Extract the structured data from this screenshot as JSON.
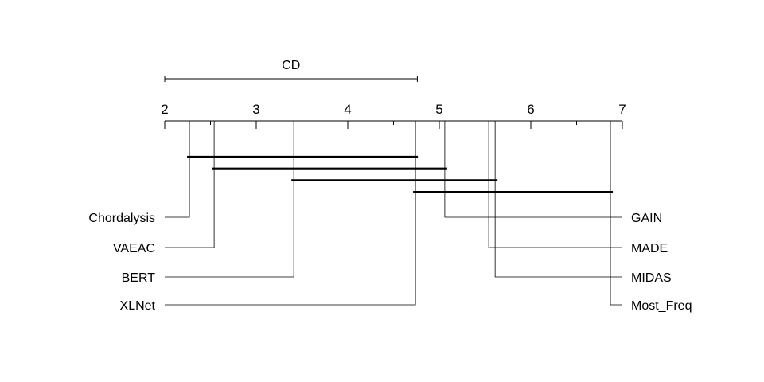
{
  "chart_data": {
    "type": "critical-difference-diagram",
    "title": "",
    "axis": {
      "min": 2,
      "max": 7,
      "ticks": [
        2,
        3,
        4,
        5,
        6,
        7
      ]
    },
    "cd": {
      "label": "CD",
      "value": 2.76
    },
    "left_methods": [
      {
        "name": "Chordalysis",
        "rank": 2.27
      },
      {
        "name": "VAEAC",
        "rank": 2.54
      },
      {
        "name": "BERT",
        "rank": 3.41
      },
      {
        "name": "XLNet",
        "rank": 4.74
      }
    ],
    "right_methods": [
      {
        "name": "GAIN",
        "rank": 5.06
      },
      {
        "name": "MADE",
        "rank": 5.54
      },
      {
        "name": "MIDAS",
        "rank": 5.61
      },
      {
        "name": "Most_Freq",
        "rank": 6.87
      }
    ],
    "cliques": [
      [
        2.27,
        4.74
      ],
      [
        2.54,
        5.06
      ],
      [
        3.41,
        5.61
      ],
      [
        4.74,
        6.87
      ]
    ]
  }
}
